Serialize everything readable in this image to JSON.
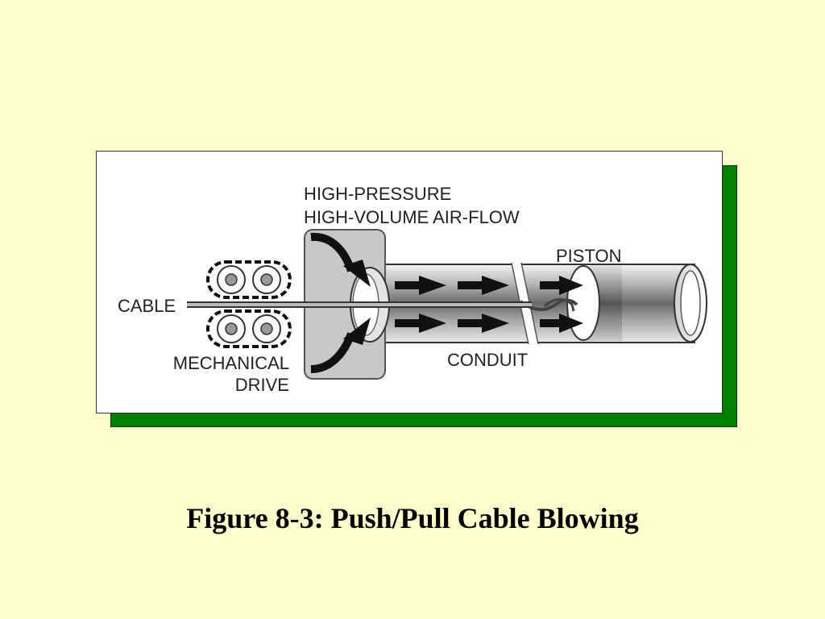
{
  "figure": {
    "labels": {
      "high_pressure": "HIGH-PRESSURE",
      "high_volume": "HIGH-VOLUME AIR-FLOW",
      "piston": "PISTON",
      "cable": "CABLE",
      "mechanical": "MECHANICAL",
      "drive": "DRIVE",
      "conduit": "CONDUIT"
    }
  },
  "caption": "Figure 8-3: Push/Pull Cable Blowing",
  "colors": {
    "background": "#FFFFCC",
    "shadow": "#008000",
    "panel": "#FFFFFF"
  }
}
